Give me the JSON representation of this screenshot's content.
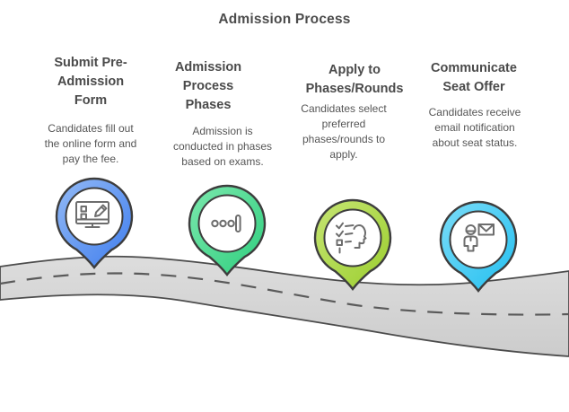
{
  "title": "Admission Process",
  "colors": {
    "road_fill": "#d6d6d6",
    "road_edge": "#4c4c4c",
    "road_dash": "#5a5a5a",
    "heading_text": "#4a4a4a",
    "body_text": "#565656",
    "outline": "#3d3d3d"
  },
  "steps": [
    {
      "heading": "Submit Pre-\nAdmission\nForm",
      "description": "Candidates fill out\nthe online form and\npay the fee.",
      "icon": "online-form-monitor-pencil-icon",
      "pin_color": "#3F7DED",
      "pin_color_light": "#93BAF6"
    },
    {
      "heading": "Admission\nProcess\nPhases",
      "description": "Admission is\nconducted in phases\nbased on exams.",
      "icon": "phases-dots-icon",
      "pin_color": "#2FCE7E",
      "pin_color_light": "#7BE8AD"
    },
    {
      "heading": "Apply to\nPhases/Rounds",
      "description": "Candidates select\npreferred\nphases/rounds to\napply.",
      "icon": "checklist-head-icon",
      "pin_color": "#9BCE2E",
      "pin_color_light": "#C6E573"
    },
    {
      "heading": "Communicate\nSeat Offer",
      "description": "Candidates receive\nemail notification\nabout seat status.",
      "icon": "person-email-icon",
      "pin_color": "#22BFF0",
      "pin_color_light": "#7BDCF8"
    }
  ]
}
